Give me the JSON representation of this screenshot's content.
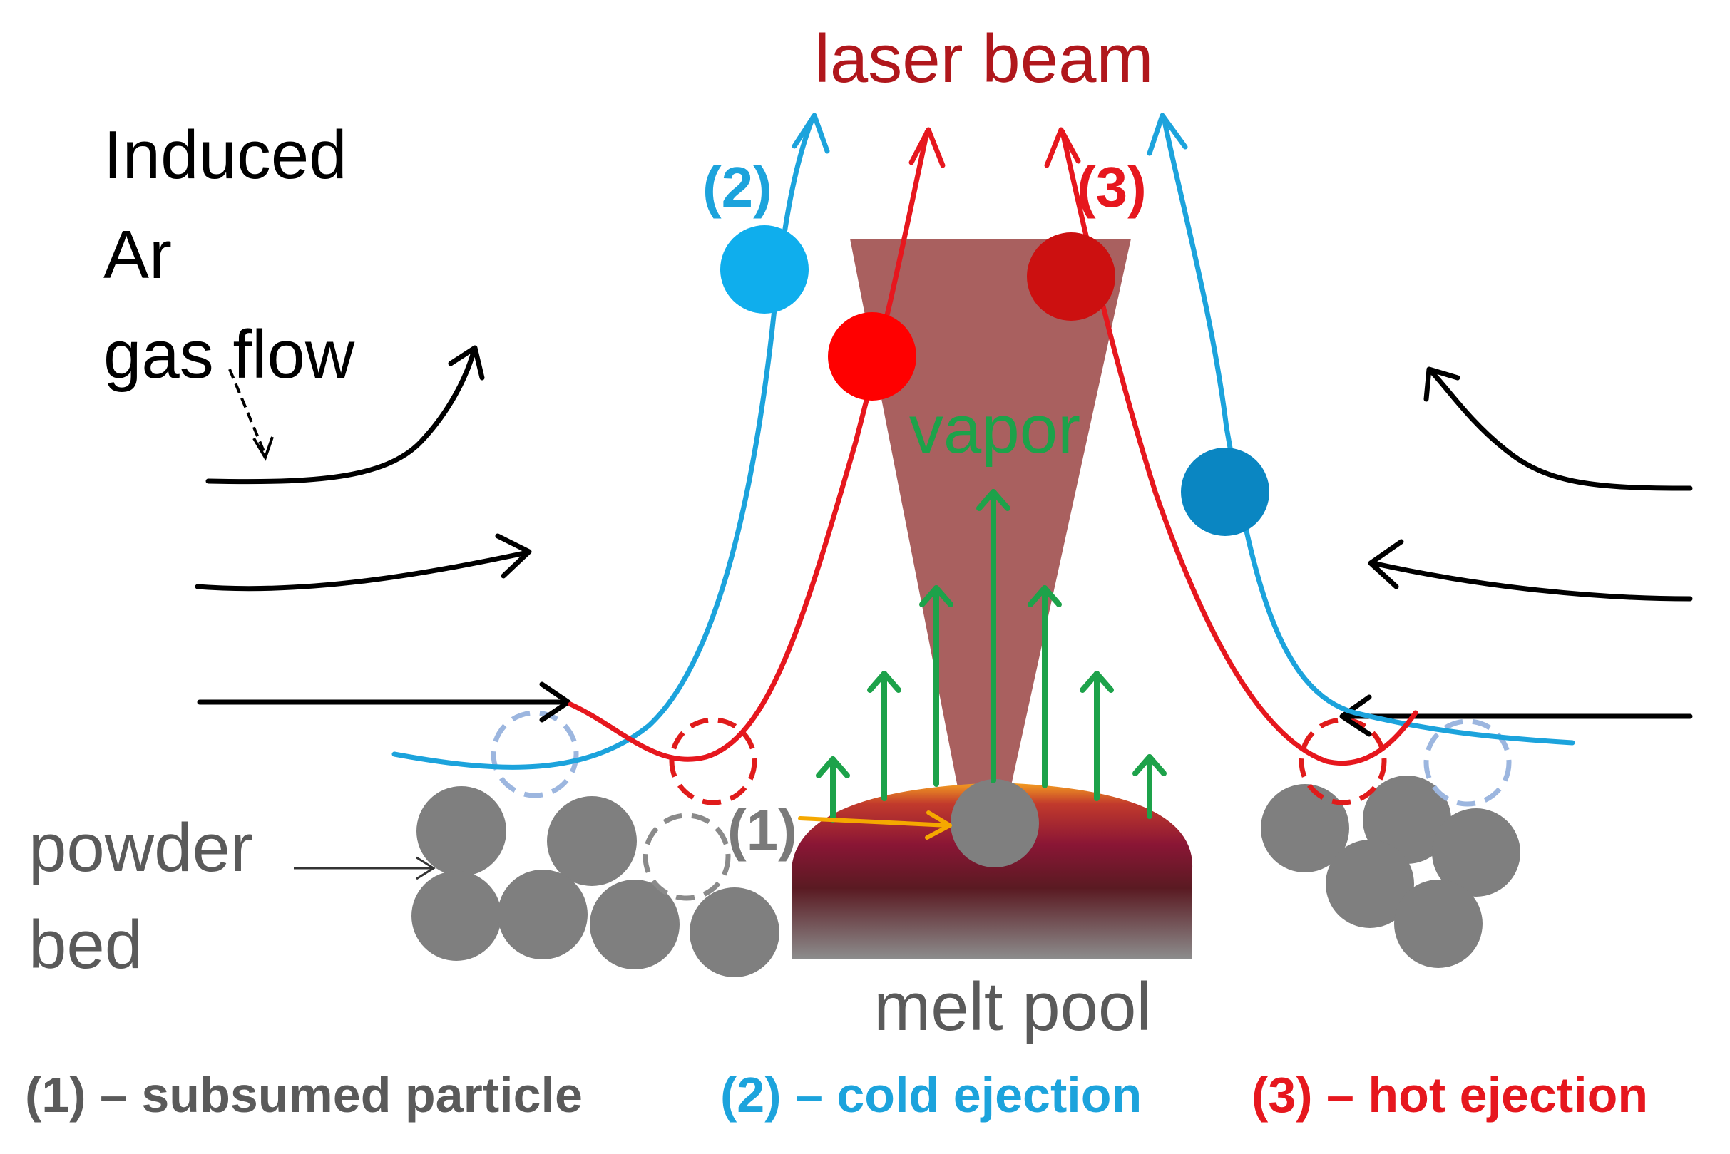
{
  "labels": {
    "laser_beam": "laser beam",
    "gas_flow_line1": "Induced",
    "gas_flow_line2": "Ar",
    "gas_flow_line3": "gas flow",
    "vapor": "vapor",
    "powder_line1": "powder",
    "powder_line2": "bed",
    "melt_pool": "melt pool",
    "marker_1": "(1)",
    "marker_2": "(2)",
    "marker_3": "(3)"
  },
  "legend": {
    "item1": "(1) – subsumed particle",
    "item2": "(2) – cold ejection",
    "item3": "(3) – hot ejection"
  },
  "colors": {
    "laser_text": "#b0171c",
    "beam_fill": "#a9605f",
    "cold_ejection": "#1ca3dc",
    "cold_particle": "#0faeed",
    "cold_particle_lower": "#0a86c2",
    "hot_ejection": "#e6171e",
    "hot_particle": "#ff0000",
    "hot_particle_upper": "#cc1010",
    "vapor": "#1da24a",
    "powder": "#7f7f7f",
    "gray_text": "#5a5a5a",
    "flow": "#000000",
    "dashed_blue": "#9cb6df",
    "dashed_red": "#e01b1b",
    "dashed_gray": "#8a8a8a",
    "subsume_arrow": "#f5a800"
  }
}
